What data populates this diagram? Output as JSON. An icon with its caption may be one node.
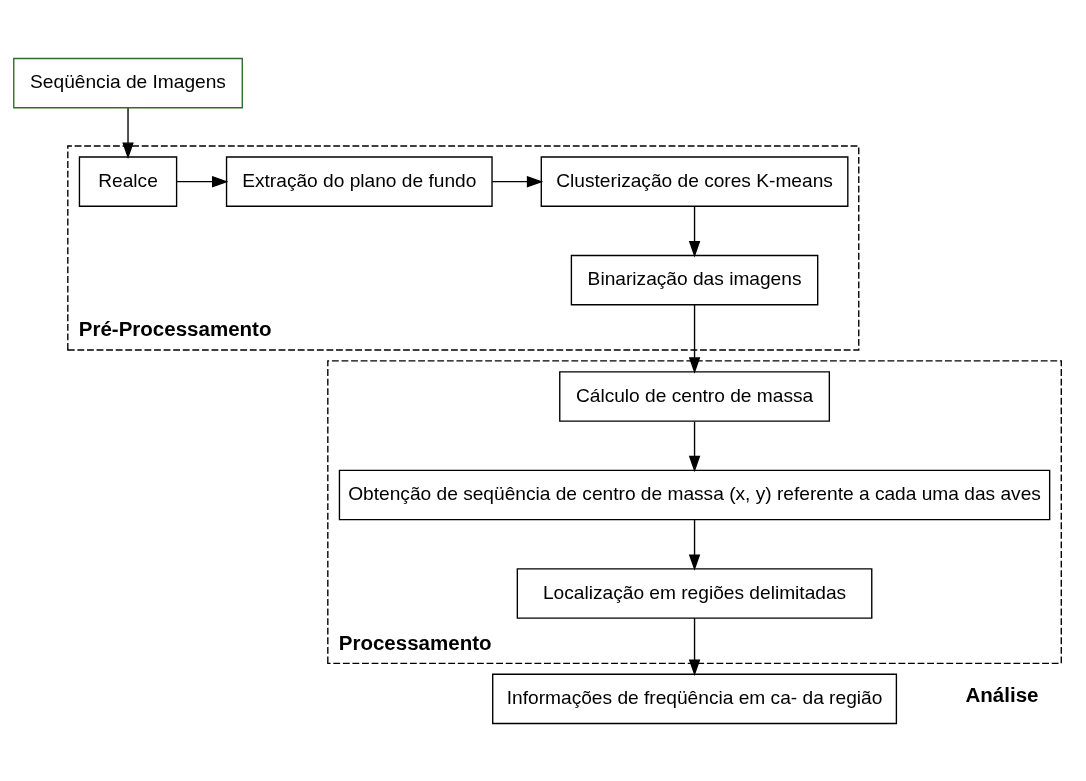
{
  "diagram": {
    "nodes": [
      {
        "text": [
          "Seqüência de Imagens"
        ]
      },
      {
        "text": [
          "Pré-Processamento"
        ]
      },
      {
        "text": [
          "Realce"
        ],
        "in": 1
      },
      {
        "text": [
          "Extração do plano de fundo"
        ],
        "in": 1
      },
      {
        "text": [
          "Clusterização de cores K-means"
        ],
        "in": 1
      },
      {
        "text": [
          "Binarização das imagens"
        ],
        "in": 1
      },
      {
        "text": [
          "Processamento"
        ]
      },
      {
        "text": [
          "Cálculo de centro de massa"
        ],
        "in": 6
      },
      {
        "text": [
          "Obtenção de seqüência de centro de massa (x, y) referente a cada uma das aves"
        ],
        "in": 6
      },
      {
        "text": [
          "Localização em regiões delimitadas"
        ],
        "in": 6
      },
      {
        "text": [
          "Informações de freqüência em ca- da região"
        ]
      }
    ],
    "edges": [
      {
        "from": 0,
        "to": 2,
        "arrow": "to"
      },
      {
        "from": 2,
        "to": 3,
        "arrow": "to"
      },
      {
        "from": 3,
        "to": 4,
        "arrow": "to"
      },
      {
        "from": 4,
        "to": 5,
        "arrow": "to"
      },
      {
        "from": 5,
        "to": 7,
        "arrow": "to"
      },
      {
        "from": 7,
        "to": 8,
        "arrow": "to"
      },
      {
        "from": 8,
        "to": 9,
        "arrow": "to"
      },
      {
        "from": 9,
        "to": 10,
        "arrow": "to"
      }
    ],
    "labels": [
      "Análise"
    ]
  }
}
